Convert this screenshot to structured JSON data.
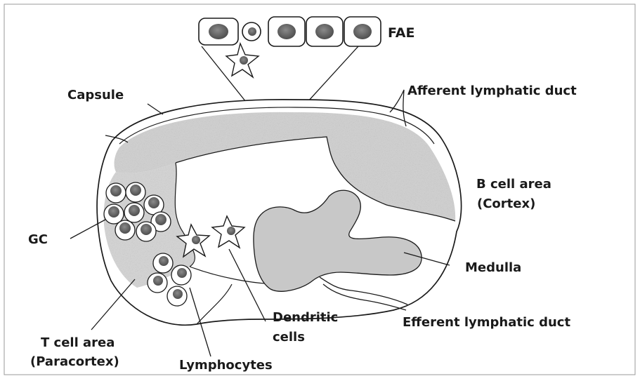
{
  "labels": {
    "fae": "FAE",
    "capsule": "Capsule",
    "afferent": "Afferent lymphatic duct",
    "bcell_line1": "B cell area",
    "bcell_line2": "(Cortex)",
    "gc": "GC",
    "medulla": "Medulla",
    "efferent": "Efferent lymphatic duct",
    "dendritic_line1": "Dendritic",
    "dendritic_line2": "cells",
    "tcell_line1": "T cell area",
    "tcell_line2": "(Paracortex)",
    "lymphocytes": "Lymphocytes"
  },
  "colors": {
    "outline": "#1a1a1a",
    "cortex_fill": "#c9c9c9",
    "medulla_fill": "#c8c8c8",
    "nucleus": "#6a6a6a",
    "background": "#ffffff"
  }
}
